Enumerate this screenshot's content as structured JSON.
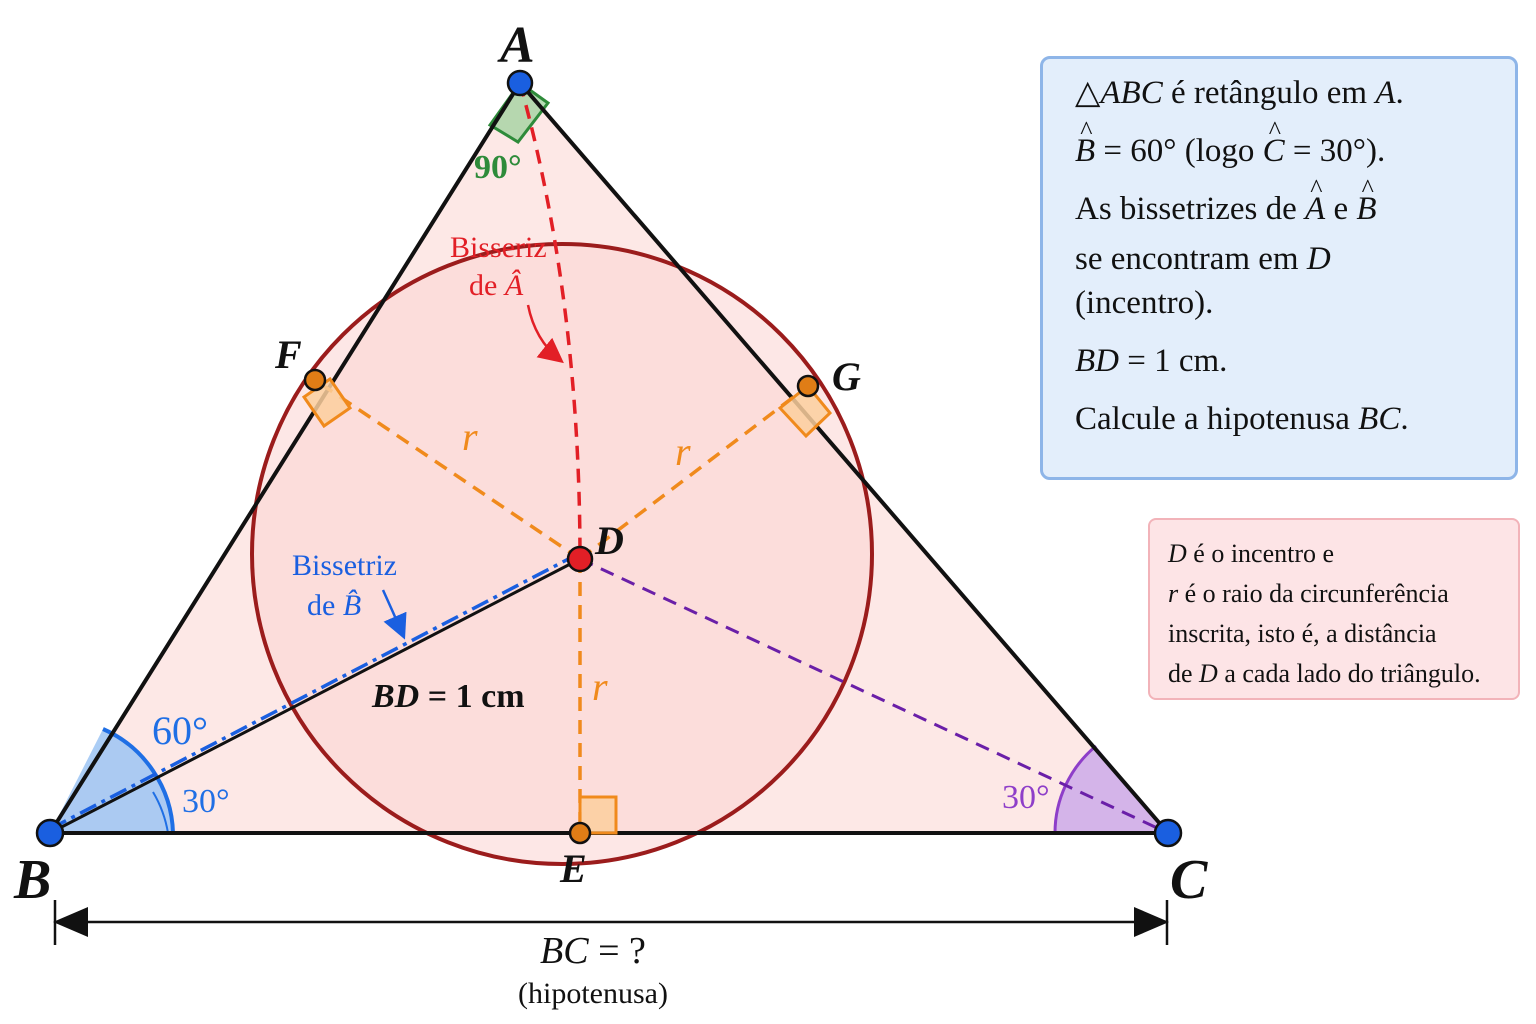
{
  "points": {
    "A": "A",
    "B": "B",
    "C": "C",
    "D": "D",
    "E": "E",
    "F": "F",
    "G": "G"
  },
  "angles": {
    "A_right": "90°",
    "B_full": "60°",
    "B_half": "30°",
    "C_angle": "30°"
  },
  "radius_label": "r",
  "bisector_A": {
    "line1": "Bisseriz",
    "line2_prefix": "de ",
    "line2_symbol": "Â"
  },
  "bisector_B": {
    "line1": "Bissetriz",
    "line2_prefix": "de ",
    "line2_symbol": "B̂"
  },
  "bd_label": {
    "var": "BD",
    "rest": " = 1 cm"
  },
  "bc_label": {
    "var": "BC",
    "rest": " = ?"
  },
  "hypotenuse_label": "(hipotenusa)",
  "info": {
    "l1_sym": "△",
    "l1_var": "ABC",
    "l1_rest": " é retângulo em ",
    "l1_var2": "A",
    "l1_end": ".",
    "l2_var": "B",
    "l2_rest": " = 60° (logo ",
    "l2_var2": "C",
    "l2_end": " = 30°).",
    "l3_text": "As bissetrizes de ",
    "l3_var": "A",
    "l3_mid": " e ",
    "l3_var2": "B",
    "l4_text": "se encontram em ",
    "l4_var": "D",
    "l5_text": "(incentro).",
    "l6_var": "BD",
    "l6_rest": " = 1 cm.",
    "l7_text": "Calcule a hipotenusa ",
    "l7_var": "BC",
    "l7_end": "."
  },
  "note": {
    "n1_var": "D",
    "n1_rest": " é o incentro e",
    "n2_var": "r",
    "n2_rest": " é o raio da circunferência",
    "n3": "inscrita, isto é, a distância",
    "n4_pre": "de ",
    "n4_var": "D",
    "n4_rest": " a cada lado do triângulo."
  },
  "colors": {
    "triangle_fill": "#fde8e6",
    "circle_stroke": "#9b1c1c",
    "bisector_A": "#e21f26",
    "bisector_B": "#1a5fe0",
    "radius": "#f08a1c",
    "dc_line": "#6a1fa8",
    "angle_A": "#2e8b3a",
    "angle_B": "#1f6fe5",
    "angle_C": "#8e3ec9",
    "point_blue": "#1a5fe0",
    "point_orange": "#e07d16",
    "point_red": "#e21f26"
  }
}
